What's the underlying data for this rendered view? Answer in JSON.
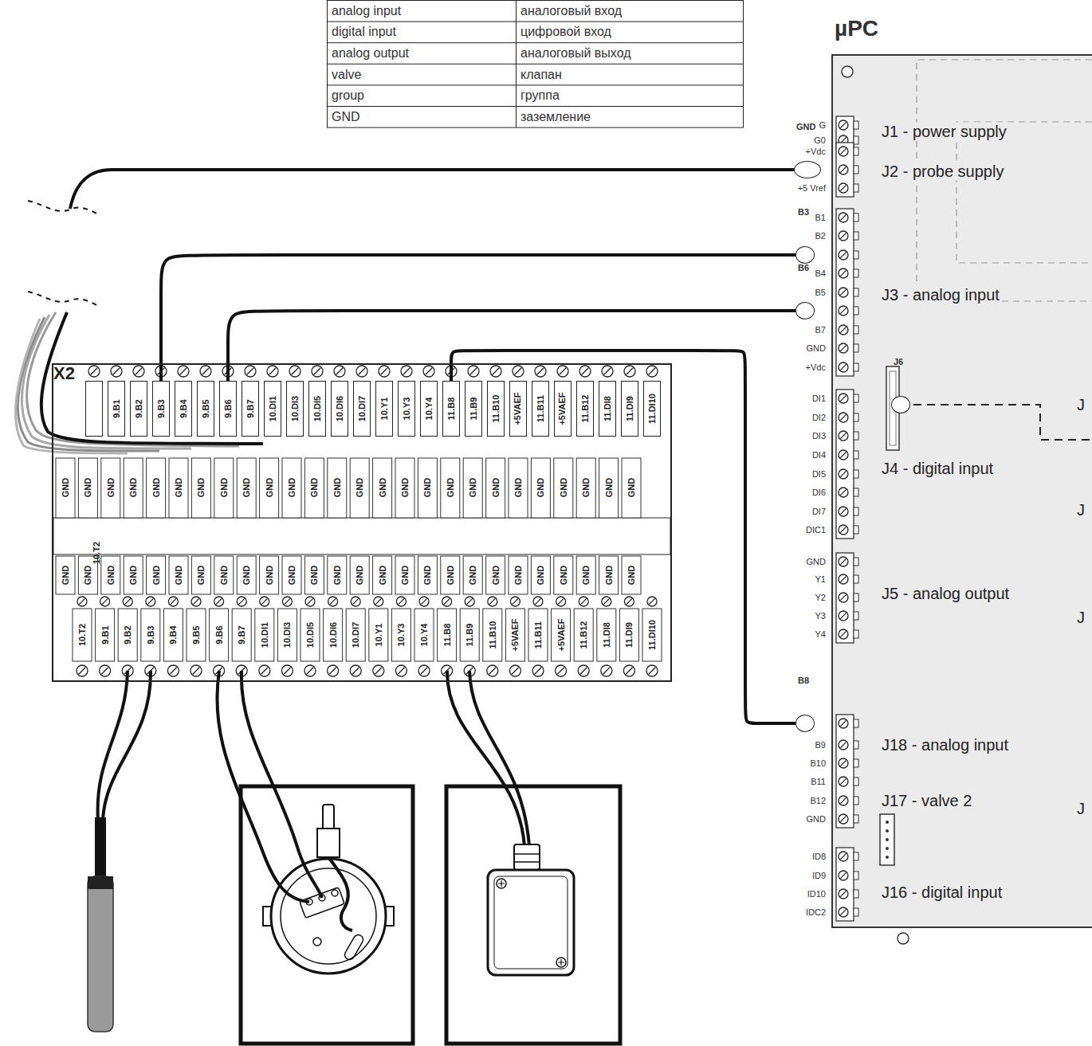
{
  "diagram": {
    "nodes": [
      {
        "text": [
          "µPC"
        ]
      },
      {
        "text": [
          "GND"
        ],
        "in": 0
      },
      {
        "text": [
          "B3"
        ],
        "in": 0
      },
      {
        "text": [
          "B6"
        ],
        "in": 0
      },
      {
        "text": [
          "J6"
        ],
        "in": 0
      },
      {
        "text": [
          "B8"
        ],
        "in": 0
      },
      {
        "text": [
          "X2"
        ]
      },
      {
        "text": [
          "10.T2"
        ],
        "in": 6
      },
      {
        "text": [
          "9.B1"
        ],
        "in": 6
      },
      {
        "text": [
          "9.B2"
        ],
        "in": 6
      },
      {
        "text": [
          "9.B3"
        ],
        "in": 6
      },
      {
        "text": [
          "9.B4"
        ],
        "in": 6
      },
      {
        "text": [
          "9.B5"
        ],
        "in": 6
      },
      {
        "text": [
          "9.B6"
        ],
        "in": 6
      },
      {
        "text": [
          "9.B7"
        ],
        "in": 6
      },
      {
        "text": [
          "10.DI1"
        ],
        "in": 6
      },
      {
        "text": [
          "10.DI3"
        ],
        "in": 6
      },
      {
        "text": [
          "10.DI5"
        ],
        "in": 6
      },
      {
        "text": [
          "10.DI6"
        ],
        "in": 6
      },
      {
        "text": [
          "10.DI7"
        ],
        "in": 6
      },
      {
        "text": [
          "10.Y1"
        ],
        "in": 6
      },
      {
        "text": [
          "10.Y3"
        ],
        "in": 6
      },
      {
        "text": [
          "10.Y4"
        ],
        "in": 6
      },
      {
        "text": [
          "11.B8"
        ],
        "in": 6
      },
      {
        "text": [
          "11.B9"
        ],
        "in": 6
      },
      {
        "text": [
          "11.B10"
        ],
        "in": 6
      },
      {
        "text": [
          "+5VAEF"
        ],
        "in": 6
      },
      {
        "text": [
          "11.B11"
        ],
        "in": 6
      },
      {
        "text": [
          "+5VAEF"
        ],
        "in": 6
      },
      {
        "text": [
          "11.B12"
        ],
        "in": 6
      },
      {
        "text": [
          "11.DI8"
        ],
        "in": 6
      },
      {
        "text": [
          "11.DI9"
        ],
        "in": 6
      },
      {
        "text": [
          "11.DI10"
        ],
        "in": 6
      }
    ],
    "edges": [
      {
        "from": 10,
        "to": 2,
        "arrow": "none"
      },
      {
        "from": 13,
        "to": 3,
        "arrow": "none"
      },
      {
        "from": 23,
        "to": 5,
        "arrow": "none"
      }
    ],
    "labels": [
      "analog input",
      "аналоговый вход",
      "digital input",
      "цифровой вход",
      "analog output",
      "аналоговый выход",
      "valve",
      "клапан",
      "group",
      "группа",
      "GND",
      "заземление",
      "G",
      "G0",
      "+Vdc",
      "+5 Vref",
      "B1",
      "B2",
      "B4",
      "B5",
      "B7",
      "GND",
      "+Vdc",
      "DI1",
      "DI2",
      "DI3",
      "DI4",
      "DI5",
      "DI6",
      "DI7",
      "DIC1",
      "GND",
      "Y1",
      "Y2",
      "Y3",
      "Y4",
      "B9",
      "B10",
      "B11",
      "B12",
      "GND",
      "ID8",
      "ID9",
      "ID10",
      "IDC2",
      "J1 - power supply",
      "J2 - probe supply",
      "J3 - analog input",
      "J4 - digital input",
      "J5 - analog output",
      "J18 - analog input",
      "J17 - valve 2",
      "J16 - digital input",
      "J",
      "J",
      "J",
      "J",
      "GND",
      "GND",
      "GND",
      "GND",
      "GND",
      "GND",
      "GND",
      "GND",
      "GND",
      "GND",
      "GND",
      "GND",
      "GND",
      "GND",
      "GND",
      "GND",
      "GND",
      "GND",
      "GND",
      "GND",
      "GND",
      "GND",
      "GND",
      "GND",
      "GND",
      "GND",
      "GND",
      "GND",
      "GND",
      "GND",
      "GND",
      "GND",
      "GND",
      "GND",
      "GND",
      "GND",
      "GND",
      "GND",
      "GND",
      "GND",
      "GND",
      "GND",
      "GND",
      "GND",
      "GND",
      "GND",
      "GND",
      "GND",
      "GND",
      "GND",
      "GND",
      "GND",
      "10.T2",
      "9.B1",
      "9.B2",
      "9.B3",
      "9.B4",
      "9.B5",
      "9.B6",
      "9.B7",
      "10.DI1",
      "10.DI3",
      "10.DI5",
      "10.DI6",
      "10.DI7",
      "10.Y1",
      "10.Y3",
      "10.Y4",
      "11.B8",
      "11.B9",
      "11.B10",
      "+5VAEF",
      "11.B11",
      "+5VAEF",
      "11.B12",
      "11.DI8",
      "11.DI9",
      "11.DI10"
    ]
  }
}
